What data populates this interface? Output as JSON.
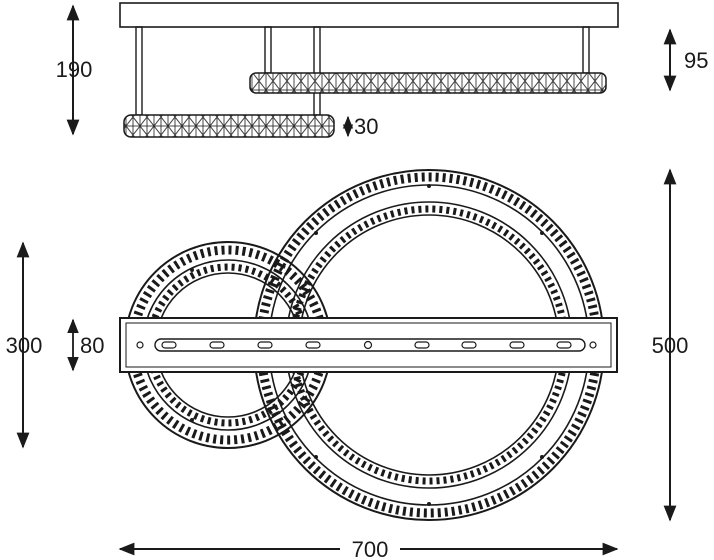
{
  "colors": {
    "line": "#1a1a1a",
    "fill": "#ffffff",
    "crystal": "#333333"
  },
  "dimensions": {
    "side_total_height": "190",
    "side_drop": "95",
    "ring_thickness": "30",
    "small_ring_diameter": "300",
    "bar_width": "80",
    "large_ring_diameter": "500",
    "total_width": "700"
  }
}
